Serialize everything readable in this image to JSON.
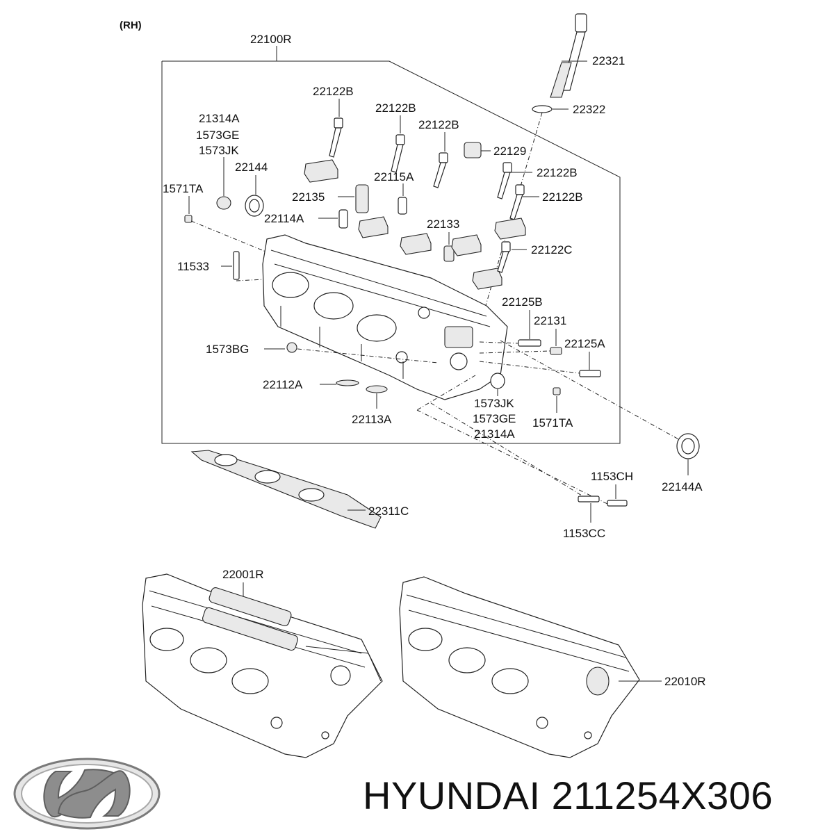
{
  "header": {
    "side_label": "(RH)"
  },
  "labels": {
    "p22100R": "22100R",
    "p22321": "22321",
    "p22322": "22322",
    "p22122B_1": "22122B",
    "p22122B_2": "22122B",
    "p22122B_3": "22122B",
    "p22122B_4": "22122B",
    "p22122B_5": "22122B",
    "p22129": "22129",
    "p21314A_1": "21314A",
    "p1573GE_1": "1573GE",
    "p1573JK_1": "1573JK",
    "p22144": "22144",
    "p1571TA_1": "1571TA",
    "p22135": "22135",
    "p22115A": "22115A",
    "p22114A": "22114A",
    "p22133": "22133",
    "p22122C": "22122C",
    "p11533": "11533",
    "p22125B": "22125B",
    "p22131": "22131",
    "p22125A": "22125A",
    "p1573BG": "1573BG",
    "p22112A": "22112A",
    "p22113A": "22113A",
    "p1573JK_2": "1573JK",
    "p1573GE_2": "1573GE",
    "p21314A_2": "21314A",
    "p1571TA_2": "1571TA",
    "p22144A": "22144A",
    "p1153CH": "1153CH",
    "p22311C": "22311C",
    "p1153CC": "1153CC",
    "p22001R": "22001R",
    "p22010R": "22010R"
  },
  "footer": {
    "brand_logo": "hyundai-logo",
    "caption": "HYUNDAI 211254X306"
  }
}
